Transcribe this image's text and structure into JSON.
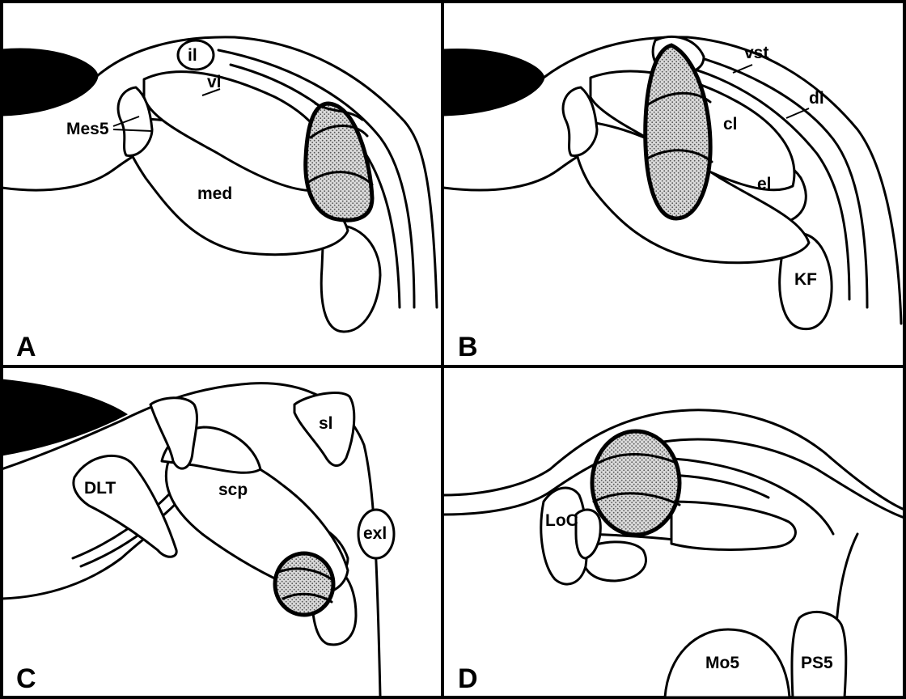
{
  "panels": [
    {
      "letter": "A",
      "labels": {
        "il": "il",
        "vl": "vl",
        "mes5": "Mes5",
        "med": "med"
      }
    },
    {
      "letter": "B",
      "labels": {
        "vst": "vst",
        "dl": "dl",
        "cl": "cl",
        "el": "el",
        "kf": "KF"
      }
    },
    {
      "letter": "C",
      "labels": {
        "sl": "sl",
        "dlt": "DLT",
        "scp": "scp",
        "exl": "exl"
      }
    },
    {
      "letter": "D",
      "labels": {
        "loc": "LoC",
        "mo5": "Mo5",
        "ps5": "PS5"
      }
    }
  ],
  "colors": {
    "line": "#000000",
    "background": "#ffffff",
    "lesion_fill": "#c8c8c8"
  }
}
